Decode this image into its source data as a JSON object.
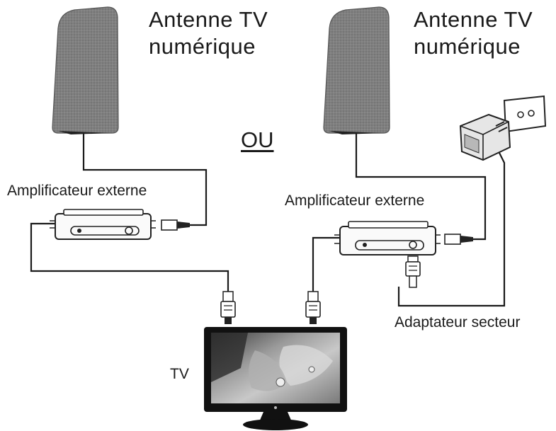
{
  "labels": {
    "antenna_left_line1": "Antenne  TV",
    "antenna_left_line2": "numérique",
    "antenna_right_line1": "Antenne  TV",
    "antenna_right_line2": "numérique",
    "or": "OU",
    "amp_left": "Amplificateur externe",
    "amp_right": "Amplificateur externe",
    "adapter": "Adaptateur secteur",
    "tv": "TV"
  },
  "colors": {
    "antenna_fabric": "#7d7d7d",
    "cable": "#1a1a1a",
    "device_outline": "#222222",
    "tv_bezel": "#111111"
  }
}
